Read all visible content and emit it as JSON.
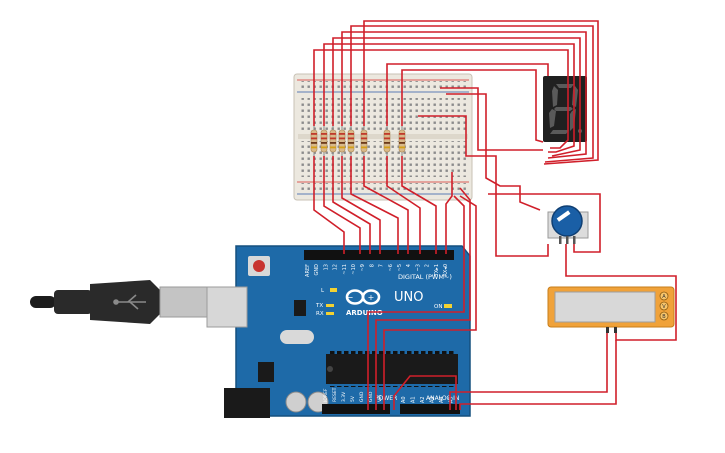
{
  "board": {
    "brand": "ARDUINO",
    "model": "UNO",
    "digital_label": "DIGITAL (PWM~)",
    "power_label": "POWER",
    "analog_label": "ANALOG IN",
    "on_label": "ON",
    "l_label": "L",
    "tx_label": "TX",
    "rx_label": "RX",
    "digital_pins": [
      "AREF",
      "GND",
      "13",
      "12",
      "~11",
      "~10",
      "~9",
      "8",
      "7",
      "~6",
      "~5",
      "4",
      "~3",
      "2",
      "TX▸1",
      "RX◂0"
    ],
    "power_pins": [
      "IOREF",
      "RESET",
      "3.3V",
      "5V",
      "GND",
      "GND",
      "Vin"
    ],
    "analog_pins": [
      "A0",
      "A1",
      "A2",
      "A3",
      "A4",
      "A5"
    ]
  },
  "display": {
    "digit": "8"
  },
  "sensor": {
    "pins": [
      "A",
      "V",
      "B"
    ]
  },
  "colors": {
    "wire": "#d01f2a",
    "board": "#1e6aa8",
    "board_dark": "#15507f",
    "breadboard": "#ece8df",
    "seven_seg_body": "#202020",
    "segment_off": "#5a5a5a",
    "pot_body": "#1a5fa6",
    "sensor_body": "#f0a23a",
    "usb_plug": "#2a2a2a",
    "usb_metal": "#bfbfbf"
  }
}
